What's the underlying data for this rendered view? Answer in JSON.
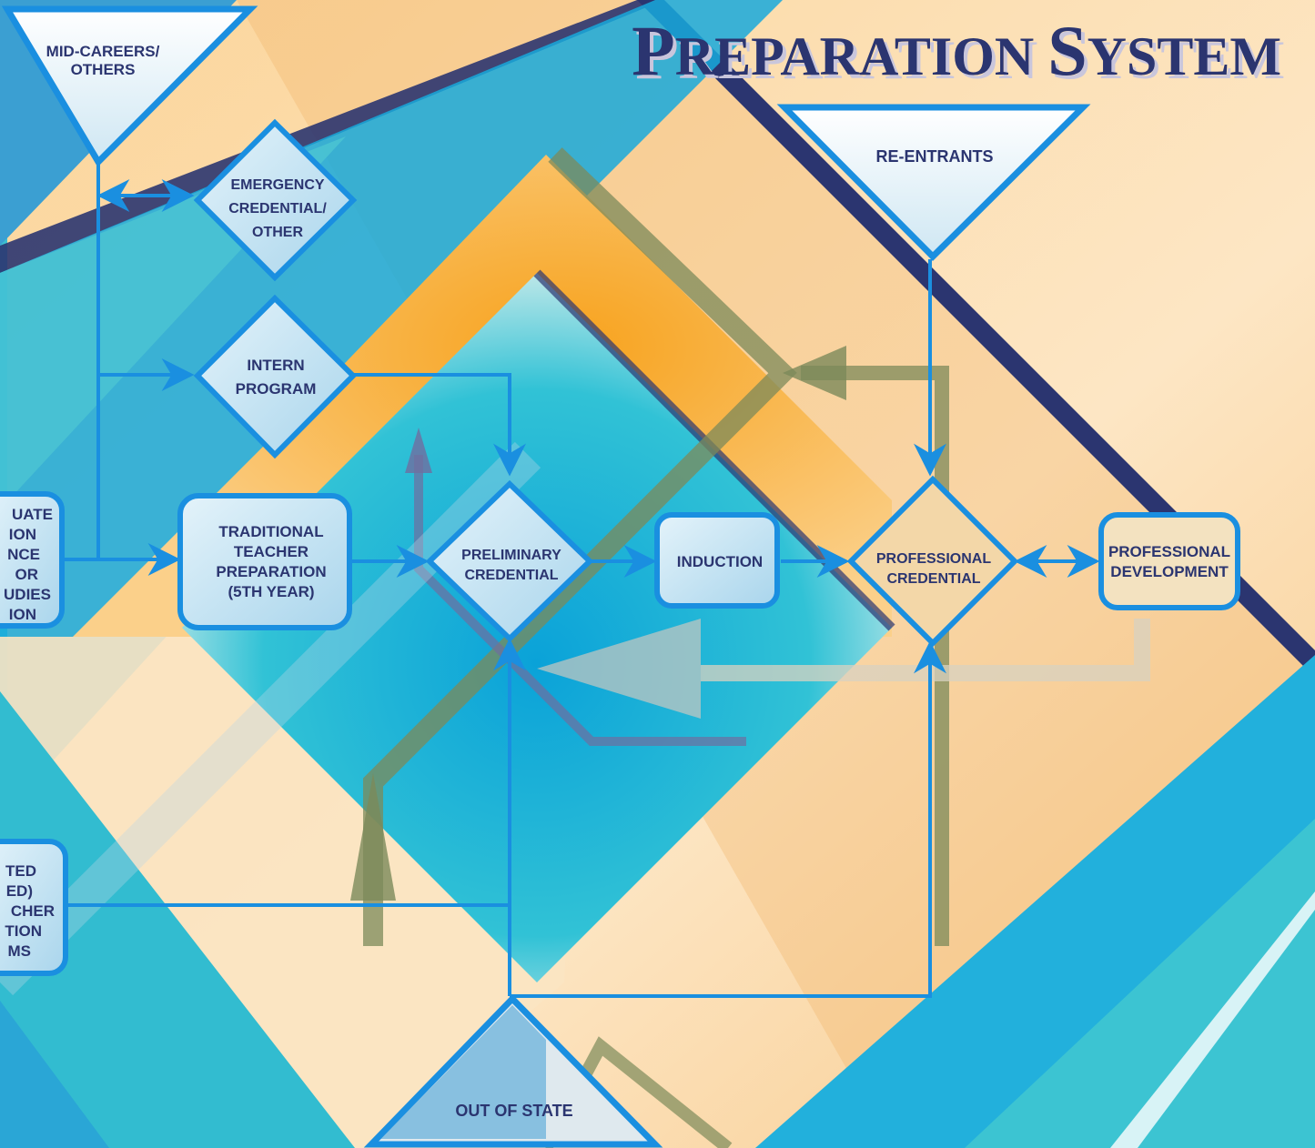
{
  "title": {
    "word1_cap": "P",
    "word1_rest": "REPARATION",
    "word2_cap": "S",
    "word2_rest": "YSTEM"
  },
  "nodes": {
    "mid_careers": [
      "MID-CAREERS/",
      "OTHERS"
    ],
    "emergency": [
      "EMERGENCY",
      "CREDENTIAL/",
      "OTHER"
    ],
    "intern": [
      "INTERN",
      "PROGRAM"
    ],
    "re_entrants": [
      "RE-ENTRANTS"
    ],
    "undergrad_cut": [
      "UATE",
      "ION",
      "NCE",
      "OR",
      "UDIES",
      "ION"
    ],
    "traditional": [
      "TRADITIONAL",
      "TEACHER",
      "PREPARATION",
      "(5TH YEAR)"
    ],
    "preliminary": [
      "PRELIMINARY",
      "CREDENTIAL"
    ],
    "induction": [
      "INDUCTION"
    ],
    "professional_credential": [
      "PROFESSIONAL",
      "CREDENTIAL"
    ],
    "professional_development": [
      "PROFESSIONAL",
      "DEVELOPMENT"
    ],
    "integrated_cut": [
      "TED",
      "ED)",
      "CHER",
      "TION",
      "MS"
    ],
    "out_of_state": [
      "OUT OF STATE"
    ]
  },
  "colors": {
    "navy": "#2b3570",
    "line_blue": "#1a8fe0",
    "box_fill": "#cfe6f2",
    "orange": "#f9a93a",
    "cyan": "#3cc0cc",
    "olive": "#8a8a5a"
  }
}
